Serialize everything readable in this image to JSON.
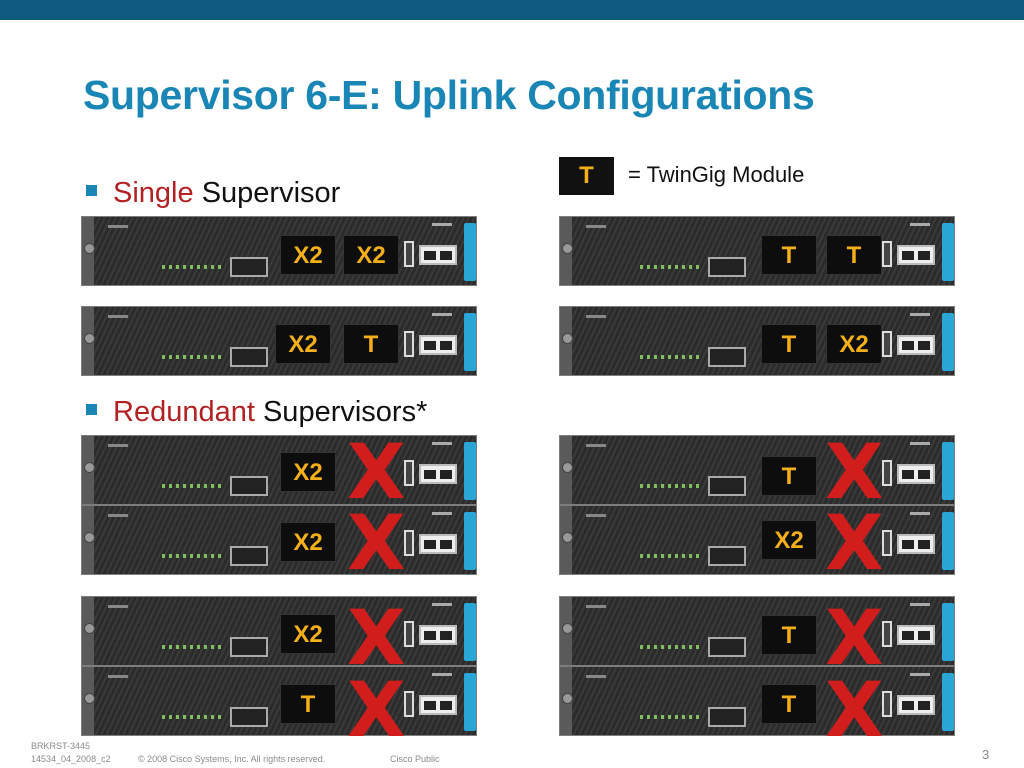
{
  "slide": {
    "title": "Supervisor 6-E: Uplink Configurations",
    "legend": {
      "box_label": "T",
      "text": "= TwinGig Module"
    },
    "bullets": [
      {
        "highlight": "Single",
        "rest": "Supervisor"
      },
      {
        "highlight": "Redundant",
        "rest": "Supervisors*"
      }
    ],
    "colors": {
      "title": "#1a86b6",
      "highlight": "#b22222",
      "module_text": "#f5b019",
      "x_mark": "#d21d1d",
      "top_bar": "#0e5a7e"
    },
    "x_mark": "X",
    "modules": {
      "s1_m1": "X2",
      "s1_m2": "X2",
      "s2_m1": "T",
      "s2_m2": "T",
      "s3_m1": "X2",
      "s3_m2": "T",
      "s4_m1": "T",
      "s4_m2": "X2",
      "r1a_m1": "X2",
      "r1b_m1": "X2",
      "r2a_m1": "T",
      "r2b_m1": "X2",
      "r3a_m1": "X2",
      "r3b_m1": "T",
      "r4a_m1": "T",
      "r4b_m1": "T"
    },
    "footer": {
      "code": "BRKRST-3445",
      "id": "14534_04_2008_c2",
      "copyright": "© 2008 Cisco Systems, Inc. All rights reserved.",
      "classification": "Cisco Public",
      "page": "3"
    }
  }
}
